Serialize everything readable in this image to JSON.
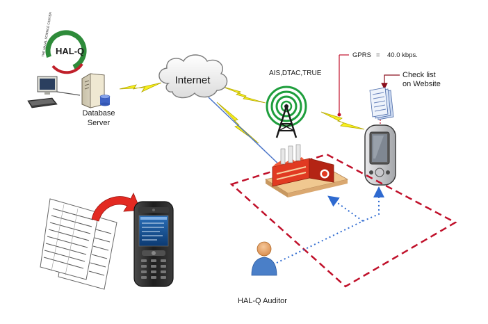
{
  "logo": {
    "text": "HAL-Q",
    "ring_text": "THE HALAL SCIENCE CENTER"
  },
  "labels": {
    "database": "Database",
    "server": "Server",
    "internet": "Internet",
    "carriers": "AIS,DTAC,TRUE",
    "gprs": "GPRS",
    "equals": "=",
    "gprs_speed": "40.0 kbps.",
    "checklist_line1": "Check list",
    "checklist_line2": "on Website",
    "auditor": "HAL-Q Auditor"
  },
  "colors": {
    "logo_green": "#2e8b3a",
    "logo_red": "#c0202a",
    "cloud_fill": "#f2f2f2",
    "tower_green": "#1e9e3c",
    "lightning_yellow": "#f7ef1e",
    "boundary_red": "#c0102a",
    "path_blue": "#2e6ad0",
    "factory_red": "#e13a22",
    "arrow_red": "#e32a22"
  }
}
